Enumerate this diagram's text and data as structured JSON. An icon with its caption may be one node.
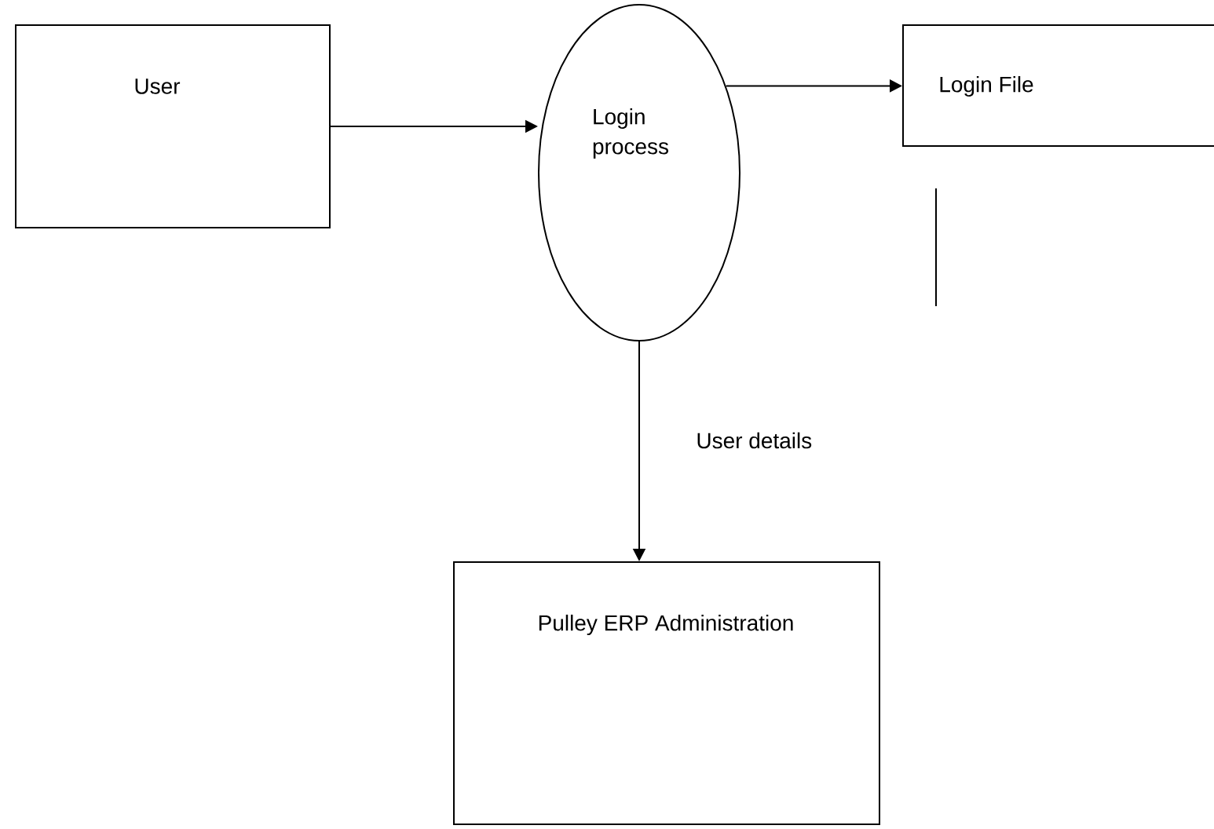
{
  "diagram": {
    "nodes": [
      {
        "text": [
          "User"
        ]
      },
      {
        "text": [
          "Login process"
        ]
      },
      {
        "text": [
          "Login File"
        ]
      },
      {
        "text": [
          "Pulley ERP Administration"
        ]
      }
    ],
    "edges": [
      {
        "from": 0,
        "to": 1,
        "arrow": "to"
      },
      {
        "from": 1,
        "to": 2,
        "arrow": "to"
      },
      {
        "from": 1,
        "to": 3,
        "arrow": "to",
        "label": "User details"
      }
    ]
  }
}
